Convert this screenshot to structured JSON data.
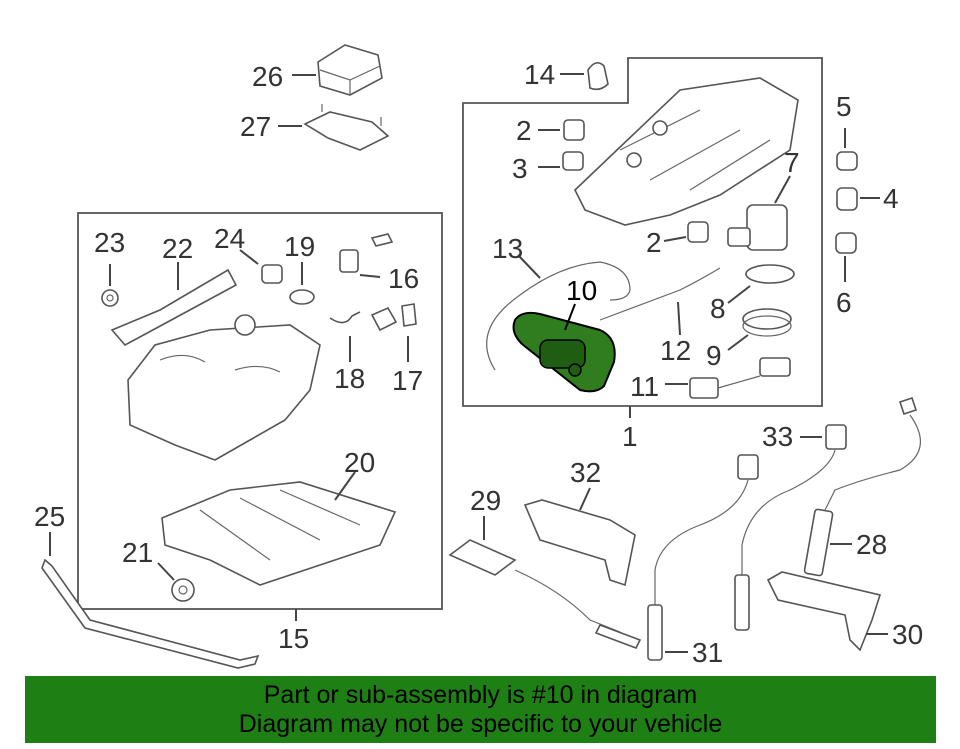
{
  "callouts": {
    "c1": "1",
    "c2a": "2",
    "c2b": "2",
    "c3": "3",
    "c4": "4",
    "c5": "5",
    "c6": "6",
    "c7": "7",
    "c8": "8",
    "c9": "9",
    "c10": "10",
    "c11": "11",
    "c12": "12",
    "c13": "13",
    "c14": "14",
    "c15": "15",
    "c16": "16",
    "c17": "17",
    "c18": "18",
    "c19": "19",
    "c20": "20",
    "c21": "21",
    "c22": "22",
    "c23": "23",
    "c24": "24",
    "c25": "25",
    "c26": "26",
    "c27": "27",
    "c28": "28",
    "c29": "29",
    "c30": "30",
    "c31": "31",
    "c32": "32",
    "c33": "33"
  },
  "highlight": {
    "part_number": "10",
    "fill_color": "#2f7d1f"
  },
  "banner": {
    "line1": "Part or sub-assembly is #10 in diagram",
    "line2": "Diagram may not be specific to your vehicle",
    "background": "#1e7f14"
  }
}
